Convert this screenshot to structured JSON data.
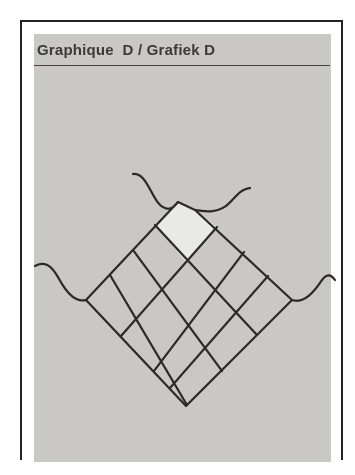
{
  "title": "Graphique  D / Grafiek D",
  "diagram": {
    "grid_size": 4,
    "highlighted_cell": "top cell (4th row, 4th column), lighter fill",
    "colors": {
      "background": "#c9c8c5",
      "highlight": "#e9e9e7",
      "lines": "#2a2a2a"
    }
  }
}
